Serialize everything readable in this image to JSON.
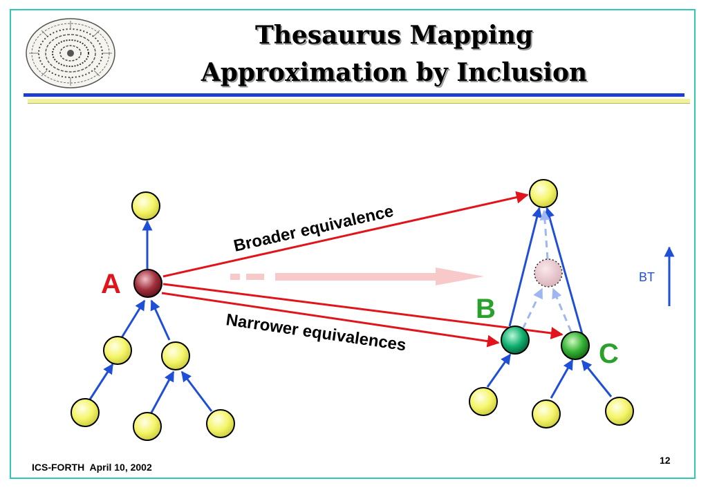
{
  "slide": {
    "title_line1": "Thesaurus Mapping",
    "title_line2": "Approximation by Inclusion",
    "footer_left": "ICS-FORTH  April 10, 2002",
    "page_number": "12",
    "logo_icon": "phaistos-disc-logo"
  },
  "diagram": {
    "labels": {
      "node_a": "A",
      "node_b": "B",
      "node_c": "C",
      "broader": "Broader equivalence",
      "narrower": "Narrower equivalences",
      "bt": "BT"
    },
    "colors": {
      "edge": "#1f4fd6",
      "mapping_arrow": "#e0141a",
      "label_a": "#e0141a",
      "label_bc": "#2aa12a",
      "node_yellow": "#f5f56a",
      "node_a": "#a0303c",
      "node_b": "#10b070",
      "node_c": "#33b233",
      "approx_arrow": "#f8c9c9"
    }
  }
}
